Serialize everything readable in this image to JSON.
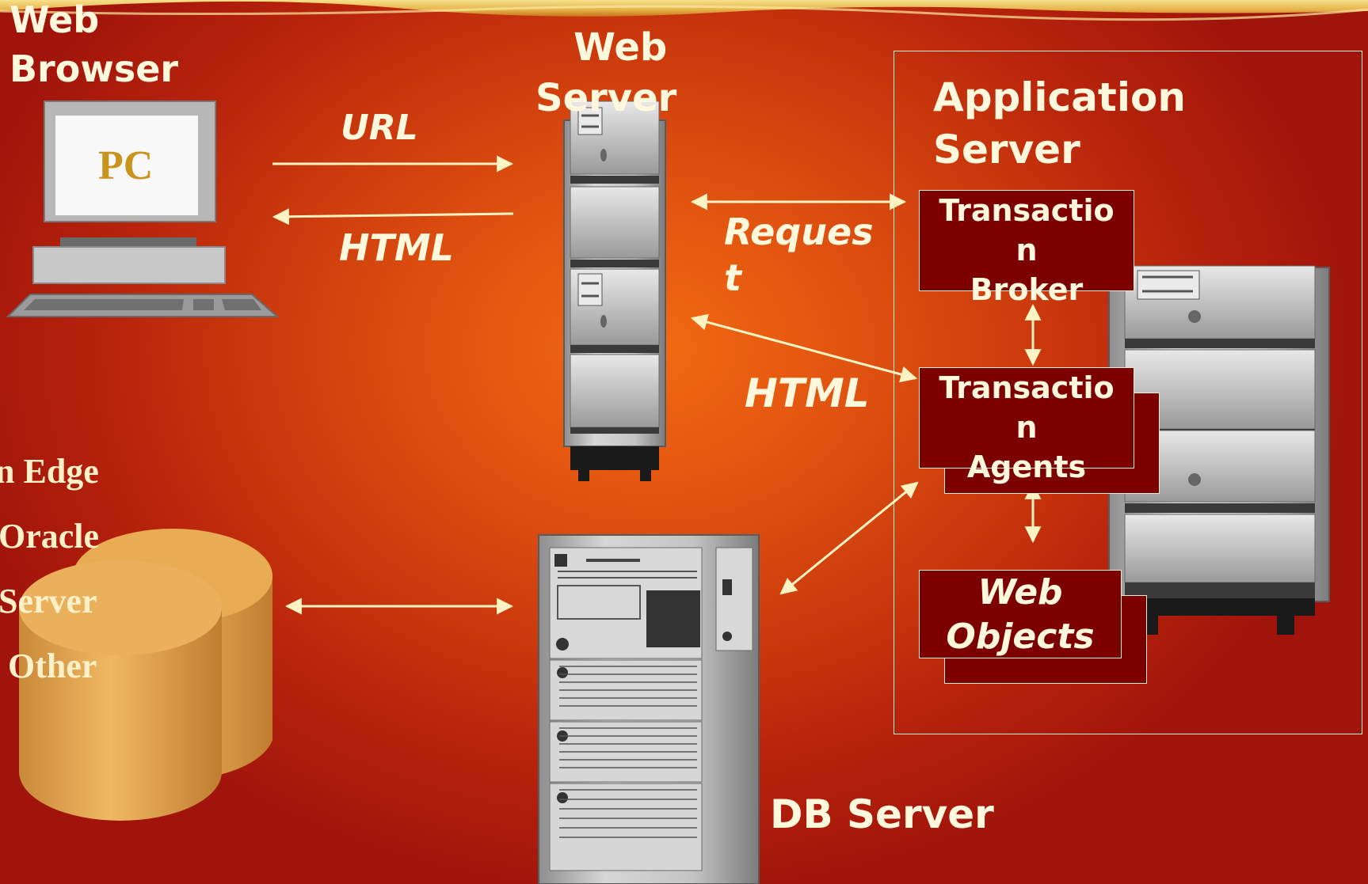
{
  "labels": {
    "web_browser": [
      "Web",
      "Browser"
    ],
    "pc": "PC",
    "web_server": [
      "Web",
      "Server"
    ],
    "application_server": [
      "Application",
      "Server"
    ],
    "url": "URL",
    "html_left": "HTML",
    "request": [
      "Reques",
      "t"
    ],
    "html_right": "HTML",
    "db_server": "DB Server"
  },
  "boxes": {
    "transaction_broker": [
      "Transactio",
      "n",
      "Broker"
    ],
    "transaction_agents": [
      "Transactio",
      "n",
      "Agents"
    ],
    "web_objects": [
      "Web",
      "Objects"
    ]
  },
  "databases": [
    "n Edge",
    "Oracle",
    "Server",
    "Other"
  ],
  "colors": {
    "arrow": "#fff3c4",
    "box_fill": "#7d0000",
    "label": "#fff8dc"
  }
}
